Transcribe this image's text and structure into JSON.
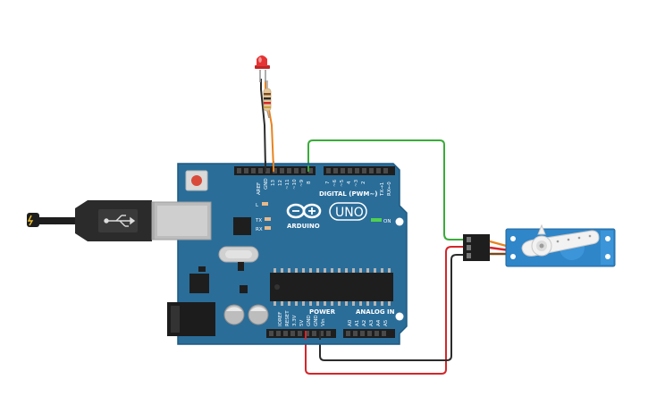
{
  "board": {
    "model": "UNO",
    "brand": "ARDUINO",
    "digital_header_label": "DIGITAL (PWM~)",
    "power_header_label": "POWER",
    "analog_header_label": "ANALOG IN",
    "on_label": "ON",
    "led_l_label": "L",
    "tx_label": "TX",
    "rx_label": "RX",
    "digital_pins": [
      "AREF",
      "GND",
      "13",
      "12",
      "~11",
      "~10",
      "~9",
      "8",
      "7",
      "~6",
      "~5",
      "4",
      "~3",
      "2",
      "TX→1",
      "RX←0"
    ],
    "power_pins": [
      "IOREF",
      "RESET",
      "3.3V",
      "5V",
      "GND",
      "GND",
      "Vin"
    ],
    "analog_pins": [
      "A0",
      "A1",
      "A2",
      "A3",
      "A4",
      "A5"
    ]
  },
  "colors": {
    "board": "#2a6d99",
    "board_edge": "#1f5a82",
    "wire_green": "#3aab3a",
    "wire_red": "#d4262a",
    "wire_black": "#2b2b2b",
    "wire_orange": "#e8831f",
    "servo_body": "#2f86c9",
    "led": "#e53434"
  }
}
